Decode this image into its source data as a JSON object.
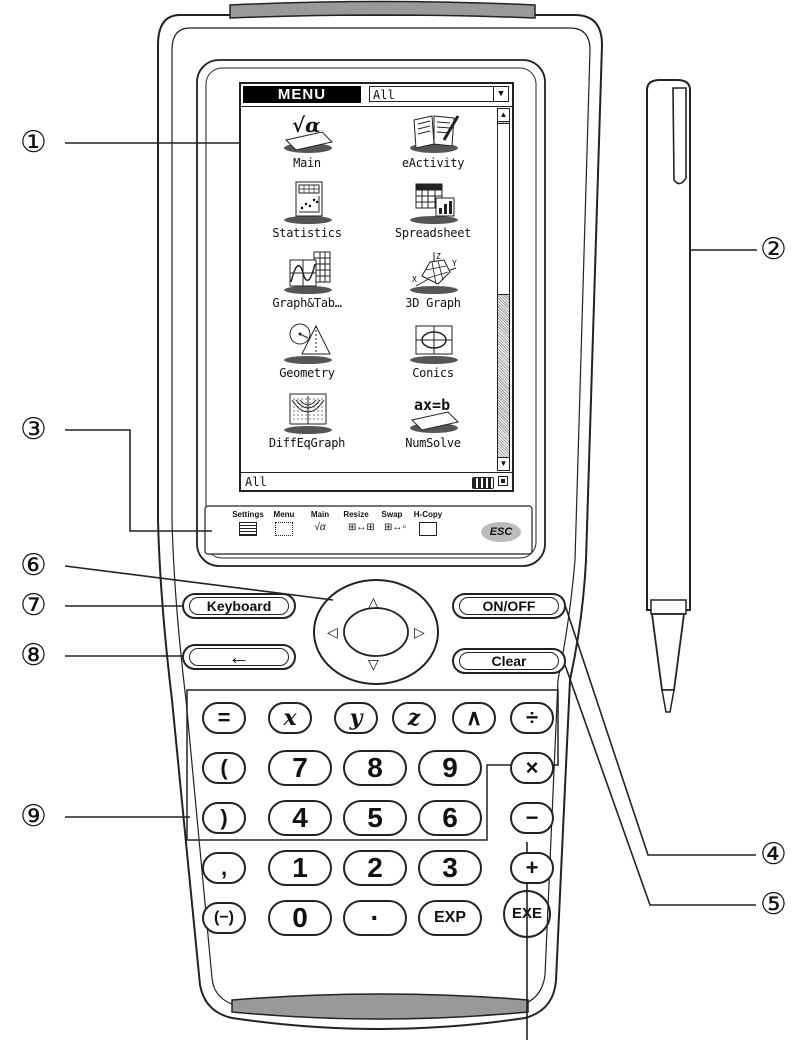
{
  "callouts": [
    "①",
    "②",
    "③",
    "④",
    "⑤",
    "⑥",
    "⑦",
    "⑧",
    "⑨"
  ],
  "screen": {
    "menu_title": "MENU",
    "dropdown_value": "All",
    "apps": [
      {
        "label": "Main",
        "icon": "main-app-icon"
      },
      {
        "label": "eActivity",
        "icon": "eactivity-app-icon"
      },
      {
        "label": "Statistics",
        "icon": "statistics-app-icon"
      },
      {
        "label": "Spreadsheet",
        "icon": "spreadsheet-app-icon"
      },
      {
        "label": "Graph&Tab…",
        "icon": "graph-table-app-icon"
      },
      {
        "label": "3D Graph",
        "icon": "3d-graph-app-icon"
      },
      {
        "label": "Geometry",
        "icon": "geometry-app-icon"
      },
      {
        "label": "Conics",
        "icon": "conics-app-icon"
      },
      {
        "label": "DiffEqGraph",
        "icon": "diffeq-graph-app-icon"
      },
      {
        "label": "NumSolve",
        "icon": "numsolve-app-icon"
      }
    ],
    "main_icon_text": "√α",
    "numsolve_icon_text": "ax=b",
    "status_text": "All"
  },
  "icon_panel": {
    "buttons": [
      "Settings",
      "Menu",
      "Main",
      "Resize",
      "Swap",
      "H-Copy"
    ],
    "esc_label": "ESC"
  },
  "hardware_keys": {
    "keyboard": "Keyboard",
    "backspace": "←",
    "on_off": "ON/OFF",
    "clear": "Clear",
    "dpad": [
      "△",
      "▽",
      "◁",
      "▷"
    ]
  },
  "keypad": {
    "rows": [
      [
        "=",
        "x",
        "y",
        "z",
        "∧",
        "÷"
      ],
      [
        "(",
        "7",
        "8",
        "9",
        "×"
      ],
      [
        ")",
        "4",
        "5",
        "6",
        "−"
      ],
      [
        ",",
        "1",
        "2",
        "3",
        "+"
      ],
      [
        "(−)",
        "0",
        "·",
        "EXP"
      ]
    ],
    "exe": "EXE"
  }
}
